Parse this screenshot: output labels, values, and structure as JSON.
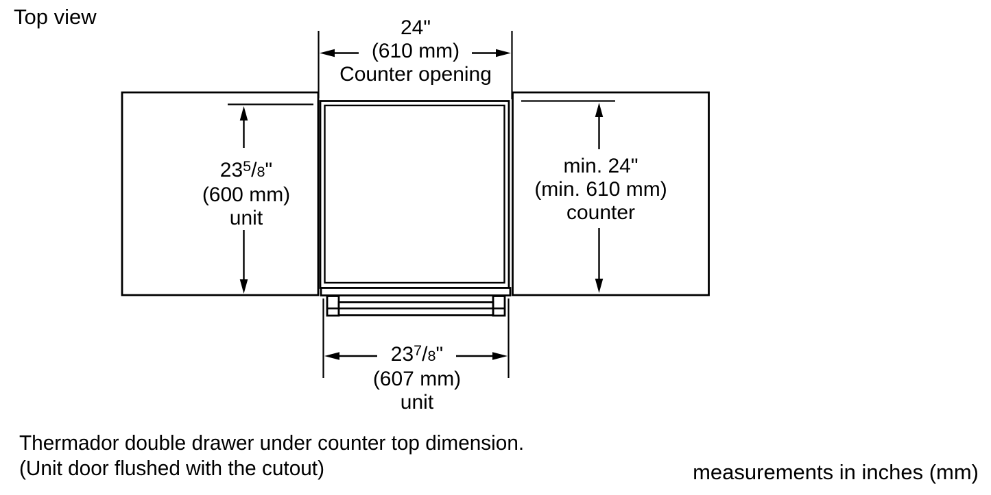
{
  "title": "Top view",
  "diagram": {
    "top_dimension": {
      "inches": "24\"",
      "mm": "(610 mm)",
      "label": "Counter opening"
    },
    "left_dimension": {
      "whole": "23",
      "numerator": "5",
      "slash": "/",
      "denominator": "8",
      "inch_mark": "\"",
      "mm": "(600 mm)",
      "label": "unit"
    },
    "right_dimension": {
      "inches": "min. 24\"",
      "mm": "(min. 610 mm)",
      "label": "counter"
    },
    "bottom_dimension": {
      "whole": "23",
      "numerator": "7",
      "slash": "/",
      "denominator": "8",
      "inch_mark": "\"",
      "mm": "(607 mm)",
      "label": "unit"
    }
  },
  "caption": {
    "line1": "Thermador double drawer under counter top dimension.",
    "line2": "(Unit door flushed with the cutout)"
  },
  "footnote": "measurements in inches (mm)",
  "colors": {
    "line": "#000000",
    "background": "#ffffff",
    "text": "#000000"
  }
}
